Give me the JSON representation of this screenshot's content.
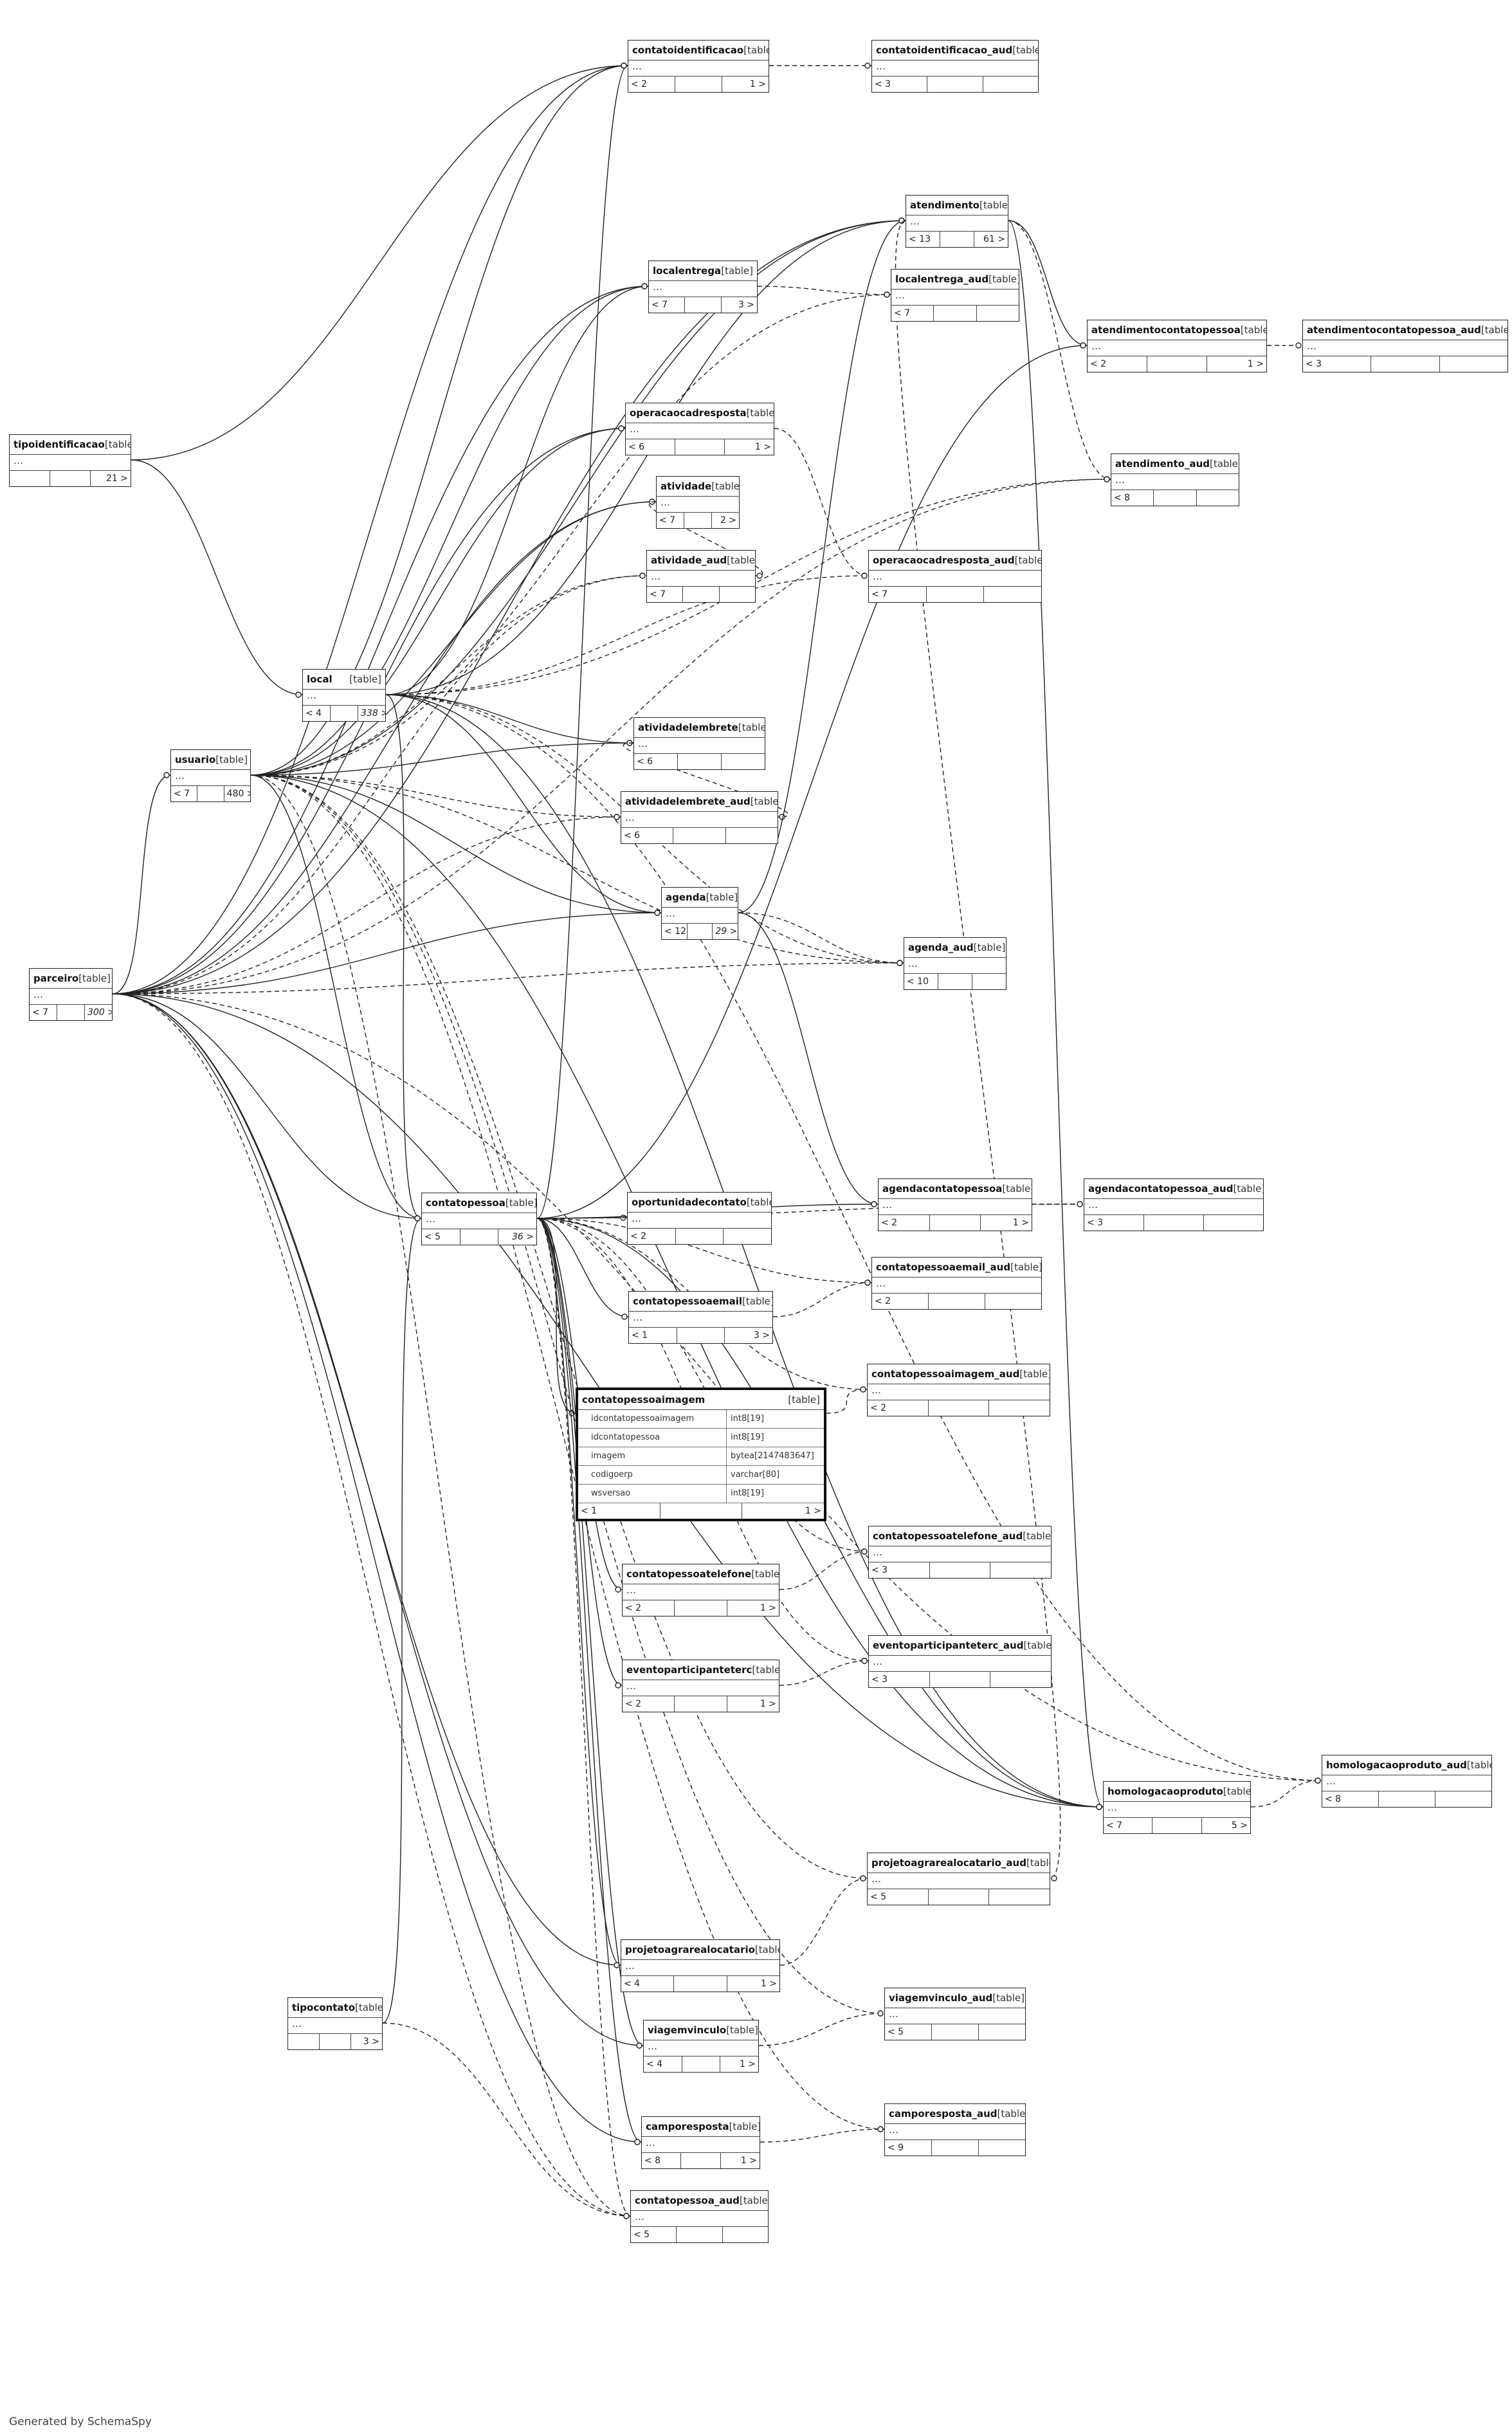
{
  "generator_text": "Generated by SchemaSpy",
  "table_tag": "[table]",
  "tables": [
    {
      "name": "contatoidentificacao",
      "children": "< 2",
      "parents": "1 >"
    },
    {
      "name": "contatoidentificacao_aud",
      "children": "< 3",
      "parents": ""
    },
    {
      "name": "atendimento",
      "children": "< 13",
      "parents": "61 >"
    },
    {
      "name": "localentrega",
      "children": "< 7",
      "parents": "3 >"
    },
    {
      "name": "localentrega_aud",
      "children": "< 7",
      "parents": ""
    },
    {
      "name": "atendimentocontatopessoa",
      "children": "< 2",
      "parents": "1 >"
    },
    {
      "name": "atendimentocontatopessoa_aud",
      "children": "< 3",
      "parents": ""
    },
    {
      "name": "tipoidentificacao",
      "children": "",
      "parents": "21 >"
    },
    {
      "name": "operacaocadresposta",
      "children": "< 6",
      "parents": "1 >"
    },
    {
      "name": "atendimento_aud",
      "children": "< 8",
      "parents": ""
    },
    {
      "name": "atividade",
      "children": "< 7",
      "parents": "2 >"
    },
    {
      "name": "atividade_aud",
      "children": "< 7",
      "parents": ""
    },
    {
      "name": "operacaocadresposta_aud",
      "children": "< 7",
      "parents": ""
    },
    {
      "name": "local",
      "children": "< 4",
      "parents": "338 >"
    },
    {
      "name": "atividadelembrete",
      "children": "< 6",
      "parents": ""
    },
    {
      "name": "usuario",
      "children": "< 7",
      "parents": "480 >"
    },
    {
      "name": "atividadelembrete_aud",
      "children": "< 6",
      "parents": ""
    },
    {
      "name": "agenda",
      "children": "< 12",
      "parents": "29 >"
    },
    {
      "name": "agenda_aud",
      "children": "< 10",
      "parents": ""
    },
    {
      "name": "parceiro",
      "children": "< 7",
      "parents": "300 >"
    },
    {
      "name": "contatopessoa",
      "children": "< 5",
      "parents": "36 >"
    },
    {
      "name": "oportunidadecontato",
      "children": "< 2",
      "parents": ""
    },
    {
      "name": "agendacontatopessoa",
      "children": "< 2",
      "parents": "1 >"
    },
    {
      "name": "agendacontatopessoa_aud",
      "children": "< 3",
      "parents": ""
    },
    {
      "name": "contatopessoaemail_aud",
      "children": "< 2",
      "parents": ""
    },
    {
      "name": "contatopessoaemail",
      "children": "< 1",
      "parents": "3 >"
    },
    {
      "name": "contatopessoaimagem_aud",
      "children": "< 2",
      "parents": ""
    },
    {
      "name": "contatopessoaimagem",
      "children": "< 1",
      "parents": "1 >",
      "columns": [
        {
          "name": "idcontatopessoaimagem",
          "type": "int8[19]"
        },
        {
          "name": "idcontatopessoa",
          "type": "int8[19]"
        },
        {
          "name": "imagem",
          "type": "bytea[2147483647]"
        },
        {
          "name": "codigoerp",
          "type": "varchar[80]"
        },
        {
          "name": "wsversao",
          "type": "int8[19]"
        }
      ]
    },
    {
      "name": "contatopessoatelefone_aud",
      "children": "< 3",
      "parents": ""
    },
    {
      "name": "contatopessoatelefone",
      "children": "< 2",
      "parents": "1 >"
    },
    {
      "name": "eventoparticipanteterc_aud",
      "children": "< 3",
      "parents": ""
    },
    {
      "name": "eventoparticipanteterc",
      "children": "< 2",
      "parents": "1 >"
    },
    {
      "name": "homologacaoproduto_aud",
      "children": "< 8",
      "parents": ""
    },
    {
      "name": "homologacaoproduto",
      "children": "< 7",
      "parents": "5 >"
    },
    {
      "name": "projetoagrarealocatario_aud",
      "children": "< 5",
      "parents": ""
    },
    {
      "name": "projetoagrarealocatario",
      "children": "< 4",
      "parents": "1 >"
    },
    {
      "name": "tipocontato",
      "children": "",
      "parents": "3 >"
    },
    {
      "name": "viagemvinculo_aud",
      "children": "< 5",
      "parents": ""
    },
    {
      "name": "viagemvinculo",
      "children": "< 4",
      "parents": "1 >"
    },
    {
      "name": "camporesposta_aud",
      "children": "< 9",
      "parents": ""
    },
    {
      "name": "camporesposta",
      "children": "< 8",
      "parents": "1 >"
    },
    {
      "name": "contatopessoa_aud",
      "children": "< 5",
      "parents": ""
    }
  ]
}
